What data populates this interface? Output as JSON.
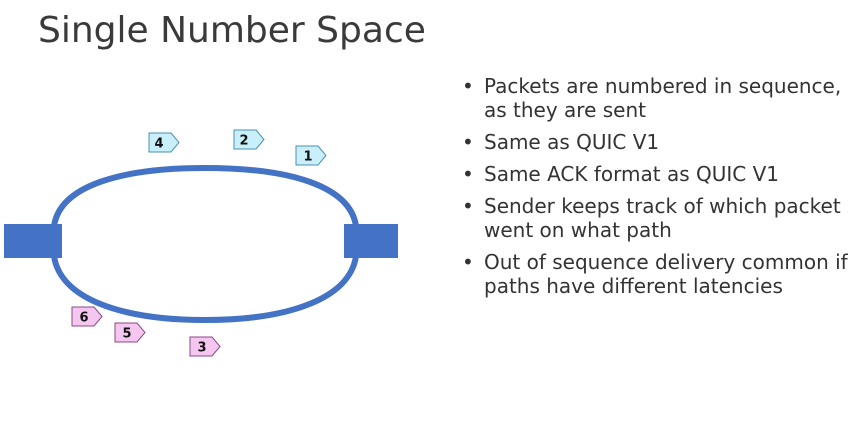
{
  "slide": {
    "title": "Single Number Space",
    "bullets": [
      "Packets are numbered in sequence, as they are sent",
      "Same as QUIC V1",
      "Same ACK format as QUIC V1",
      "Sender keeps track of which packet went on what path",
      "Out of sequence delivery common if paths have different latencies"
    ],
    "bullet_glyph": "•"
  },
  "diagram": {
    "colors": {
      "path": "#4472c4",
      "endpoint": "#4472c4",
      "top_packet_fill": "#c9f0fa",
      "top_packet_stroke": "#4a90b0",
      "bottom_packet_fill": "#f4c6f0",
      "bottom_packet_stroke": "#8a4a86"
    },
    "top_packets": [
      "4",
      "2",
      "1"
    ],
    "bottom_packets": [
      "6",
      "5",
      "3"
    ]
  }
}
